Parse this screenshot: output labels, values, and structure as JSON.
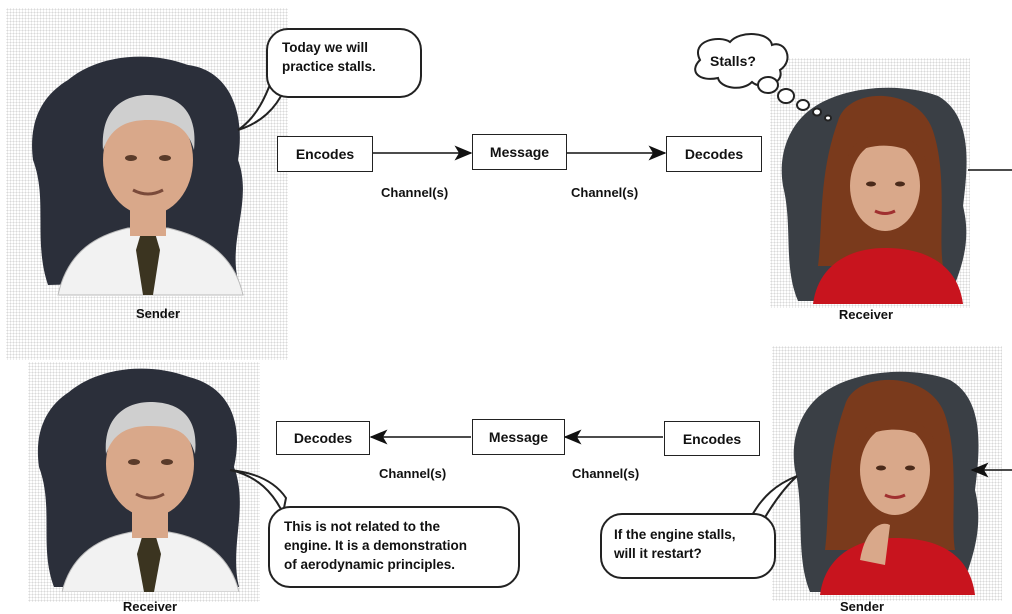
{
  "top": {
    "sender_label": "Sender",
    "receiver_label": "Receiver",
    "speech": [
      "Today we will",
      "practice stalls."
    ],
    "thought": "Stalls?",
    "encodes_label": "Encodes",
    "message_label": "Message",
    "decodes_label": "Decodes",
    "channel_1": "Channel(s)",
    "channel_2": "Channel(s)"
  },
  "bottom": {
    "sender_label": "Sender",
    "receiver_label": "Receiver",
    "speech_receiver": [
      "This is not related to the",
      "engine. It is a demonstration",
      "of aerodynamic principles."
    ],
    "speech_sender": [
      "If the engine stalls,",
      "will it restart?"
    ],
    "encodes_label": "Encodes",
    "message_label": "Message",
    "decodes_label": "Decodes",
    "channel_1": "Channel(s)",
    "channel_2": "Channel(s)"
  },
  "colors": {
    "man_backdrop": "#2b2f3a",
    "woman_backdrop": "#3a3f45",
    "shirt": "#f2f2f2",
    "tie": "#3b3420",
    "woman_hair": "#7a3a1c",
    "woman_sweater": "#c8141e",
    "skin": "#d9a88a"
  }
}
